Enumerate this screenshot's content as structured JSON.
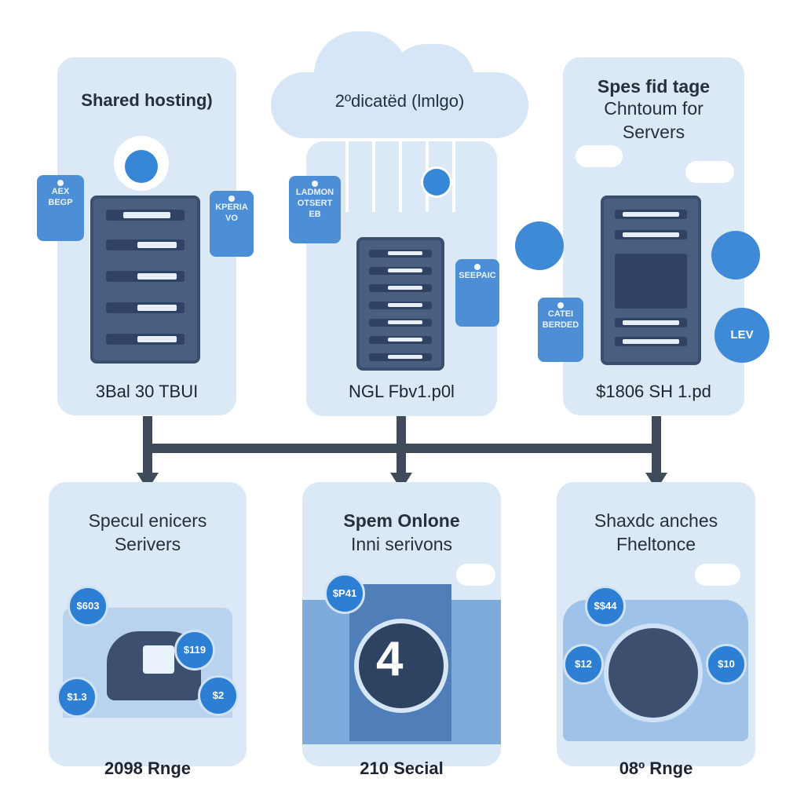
{
  "top_cards": [
    {
      "title": "Shared hosting)",
      "footer": "3Bal 30 TBUI",
      "tags": [
        "AEX\nBEGP",
        "KPERIA\nVO"
      ]
    },
    {
      "title": "2ºdicatëd (lmlgo)",
      "footer": "NGL Fbv1.p0l",
      "tags": [
        "LADMON\nOTSERT\nEB",
        "SEEPAIC"
      ]
    },
    {
      "title_lines": [
        "Spes fid tage",
        "Chntoum for",
        "Servers"
      ],
      "footer": "$1806 SH 1.pd",
      "tags": [
        "CATEI\nBERDED",
        "LEV"
      ]
    }
  ],
  "bottom_cards": [
    {
      "title_lines": [
        "Specul enicers",
        "Serivers"
      ],
      "footer": "2098 Rnge",
      "coins": [
        "$603",
        "$119",
        "$1.3",
        "$2"
      ]
    },
    {
      "title_lines": [
        "Spem Onlone",
        "Inni serivons"
      ],
      "footer": "210 Secial",
      "coins": [
        "$P41"
      ],
      "big_number": "4"
    },
    {
      "title_lines": [
        "Shaxdc anches",
        "Fheltonce"
      ],
      "footer": "08º Rnge",
      "coins": [
        "$$44",
        "$12",
        "$10"
      ]
    }
  ],
  "colors": {
    "card_bg": "#dbe8f6",
    "server": "#4a5f80",
    "accent": "#2c7fd2",
    "connector": "#3f4a5a"
  }
}
